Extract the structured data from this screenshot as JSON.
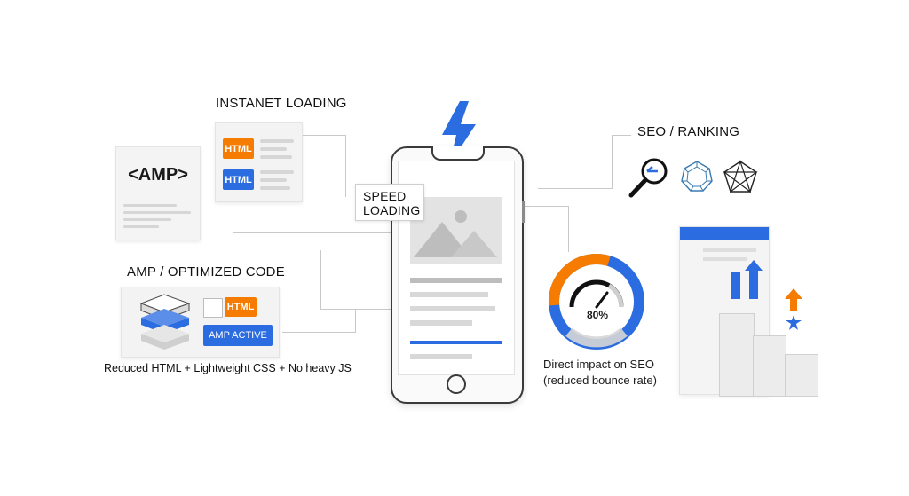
{
  "amp_doc": {
    "label": "<AMP>"
  },
  "instant": {
    "title": "INSTANET LOADING",
    "tag1": "HTML",
    "tag2": "HTML"
  },
  "speed": {
    "line1": "SPEED",
    "line2": "LOADING"
  },
  "optimized": {
    "title": "AMP / OPTIMIZED CODE",
    "html_tag": "HTML",
    "active_button": "AMP ACTIVE",
    "caption": "Reduced HTML + Lightweight CSS + No heavy JS"
  },
  "seo": {
    "title": "SEO / RANKING",
    "icons": [
      "magnifier-icon",
      "diamond-geometry-icon",
      "star-geometry-icon"
    ]
  },
  "gauge": {
    "value": "80%",
    "caption_line1": "Direct impact on SEO",
    "caption_line2": "(reduced bounce rate)"
  },
  "colors": {
    "blue": "#2b6de0",
    "orange": "#f57c00",
    "gray": "#d6d6d6"
  }
}
